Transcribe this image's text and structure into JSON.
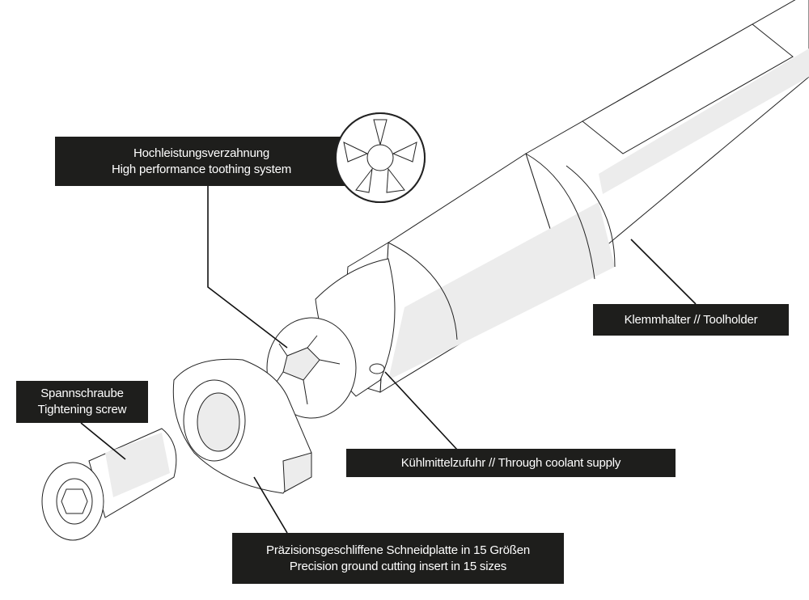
{
  "labels": {
    "toothing": {
      "line1": "Hochleistungsverzahnung",
      "line2": "High performance toothing system"
    },
    "toolholder": {
      "line1": "Klemmhalter // Toolholder"
    },
    "coolant": {
      "line1": "Kühlmittelzufuhr // Through coolant supply"
    },
    "insert": {
      "line1": "Präzisionsgeschliffene Schneidplatte in 15 Größen",
      "line2": "Precision ground cutting insert in 15 sizes"
    },
    "screw": {
      "line1": "Spannschraube",
      "line2": "Tightening screw"
    }
  },
  "colors": {
    "label_bg": "#1e1e1c",
    "line": "#222222",
    "shade": "#ececec"
  }
}
